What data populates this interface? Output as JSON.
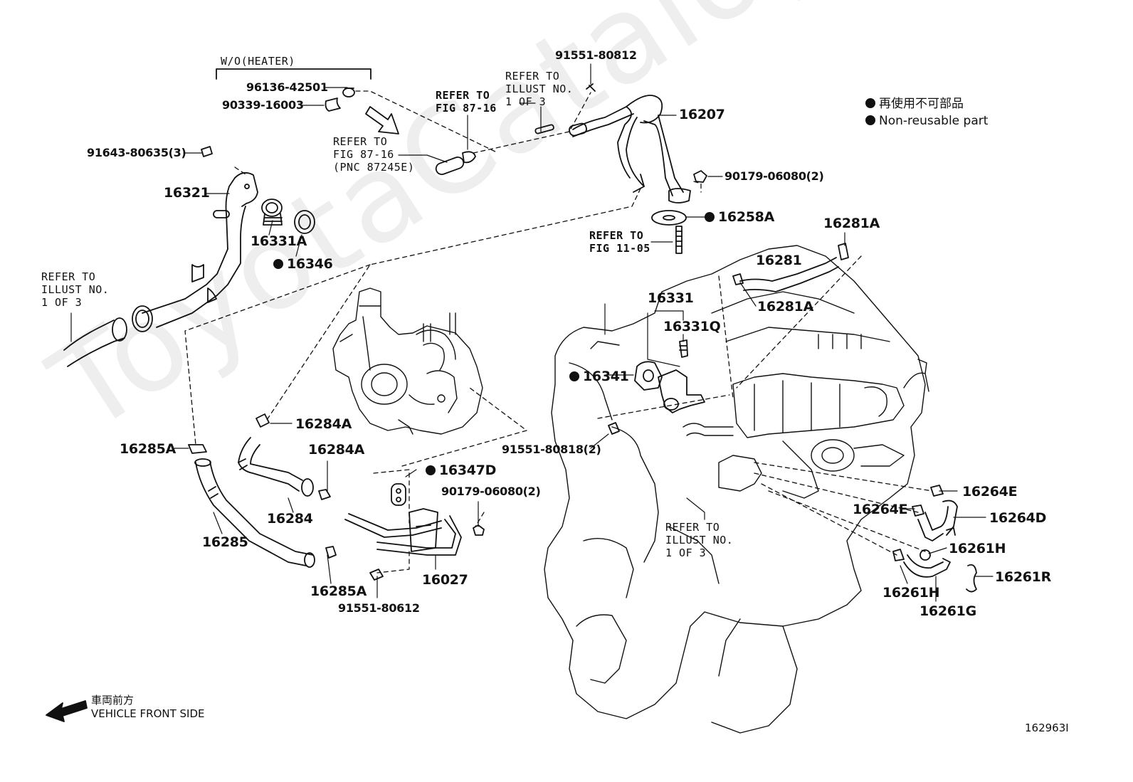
{
  "watermark": "ToyotaCatalog.ru",
  "legend": {
    "jp": "再使用不可部品",
    "en": "Non-reusable part"
  },
  "bracket_label": "W/O(HEATER)",
  "refs": {
    "ref_fig_87_16_top": "REFER TO\nFIG 87-16",
    "ref_fig_87_16_pnc": "REFER TO\nFIG 87-16\n(PNC 87245E)",
    "ref_illust_top": "REFER TO\nILLUST NO.\n1 OF 3",
    "ref_illust_left": "REFER TO\nILLUST NO.\n1 OF 3",
    "ref_fig_11_05": "REFER TO\nFIG 11-05",
    "ref_illust_bottom": "REFER TO\nILLUST NO.\n1 OF 3"
  },
  "parts": {
    "p96136_42501": "96136-42501",
    "p90339_16003": "90339-16003",
    "p91643_80635": "91643-80635(3)",
    "p16321": "16321",
    "p16331A": "16331A",
    "p16346": "16346",
    "p91551_80812": "91551-80812",
    "p16207": "16207",
    "p90179_06080_top": "90179-06080(2)",
    "p16258A": "16258A",
    "p16281A_top": "16281A",
    "p16281": "16281",
    "p16281A_mid": "16281A",
    "p16331": "16331",
    "p16331Q": "16331Q",
    "p16341": "16341",
    "p91551_80818": "91551-80818(2)",
    "p16284A_top": "16284A",
    "p16285A_left": "16285A",
    "p16284A_mid": "16284A",
    "p16347D": "16347D",
    "p90179_06080_mid": "90179-06080(2)",
    "p16284": "16284",
    "p16285": "16285",
    "p16027": "16027",
    "p16285A_bottom": "16285A",
    "p91551_80612": "91551-80612",
    "p16264E_right": "16264E",
    "p16264E_left": "16264E",
    "p16264D": "16264D",
    "p16261H_right": "16261H",
    "p16261R": "16261R",
    "p16261H_left": "16261H",
    "p16261G": "16261G"
  },
  "front": {
    "jp": "車両前方",
    "en": "VEHICLE FRONT SIDE"
  },
  "figure_id": "162963I",
  "colors": {
    "line": "#111111",
    "watermark": "#eeeeee"
  },
  "icons": [
    "non-reusable-dot-icon",
    "vehicle-front-arrow-icon",
    "white-arrow-icon"
  ]
}
